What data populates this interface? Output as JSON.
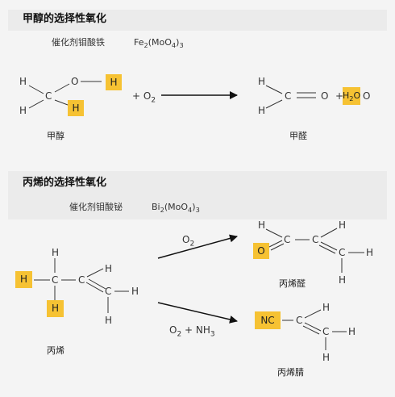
{
  "section1": {
    "title": "甲醇的选择性氧化",
    "catalyst_cn": "催化剂钼酸铁",
    "catalyst_formula": "Fe2(MoO4)3",
    "methanol_label": "甲醇",
    "formaldehyde_label": "甲醛",
    "plus_o2": "+ O2",
    "plus_h2o": "+",
    "h2o": "H2O"
  },
  "section2": {
    "title": "丙烯的选择性氧化",
    "catalyst_cn": "催化剂钼酸铋",
    "catalyst_formula": "Bi2(MoO4)3",
    "arrow_top_reagent": "O2",
    "arrow_bottom_reagent": "O2 + NH3",
    "propylene_label": "丙烯",
    "acrolein_label": "丙烯醛",
    "acrylonitrile_label": "丙烯腈",
    "nc_group": "NC"
  },
  "atoms": {
    "H": "H",
    "C": "C",
    "O": "O"
  },
  "colors": {
    "highlight": "#f6c233",
    "bond": "#333333",
    "band": "#ebebeb"
  }
}
